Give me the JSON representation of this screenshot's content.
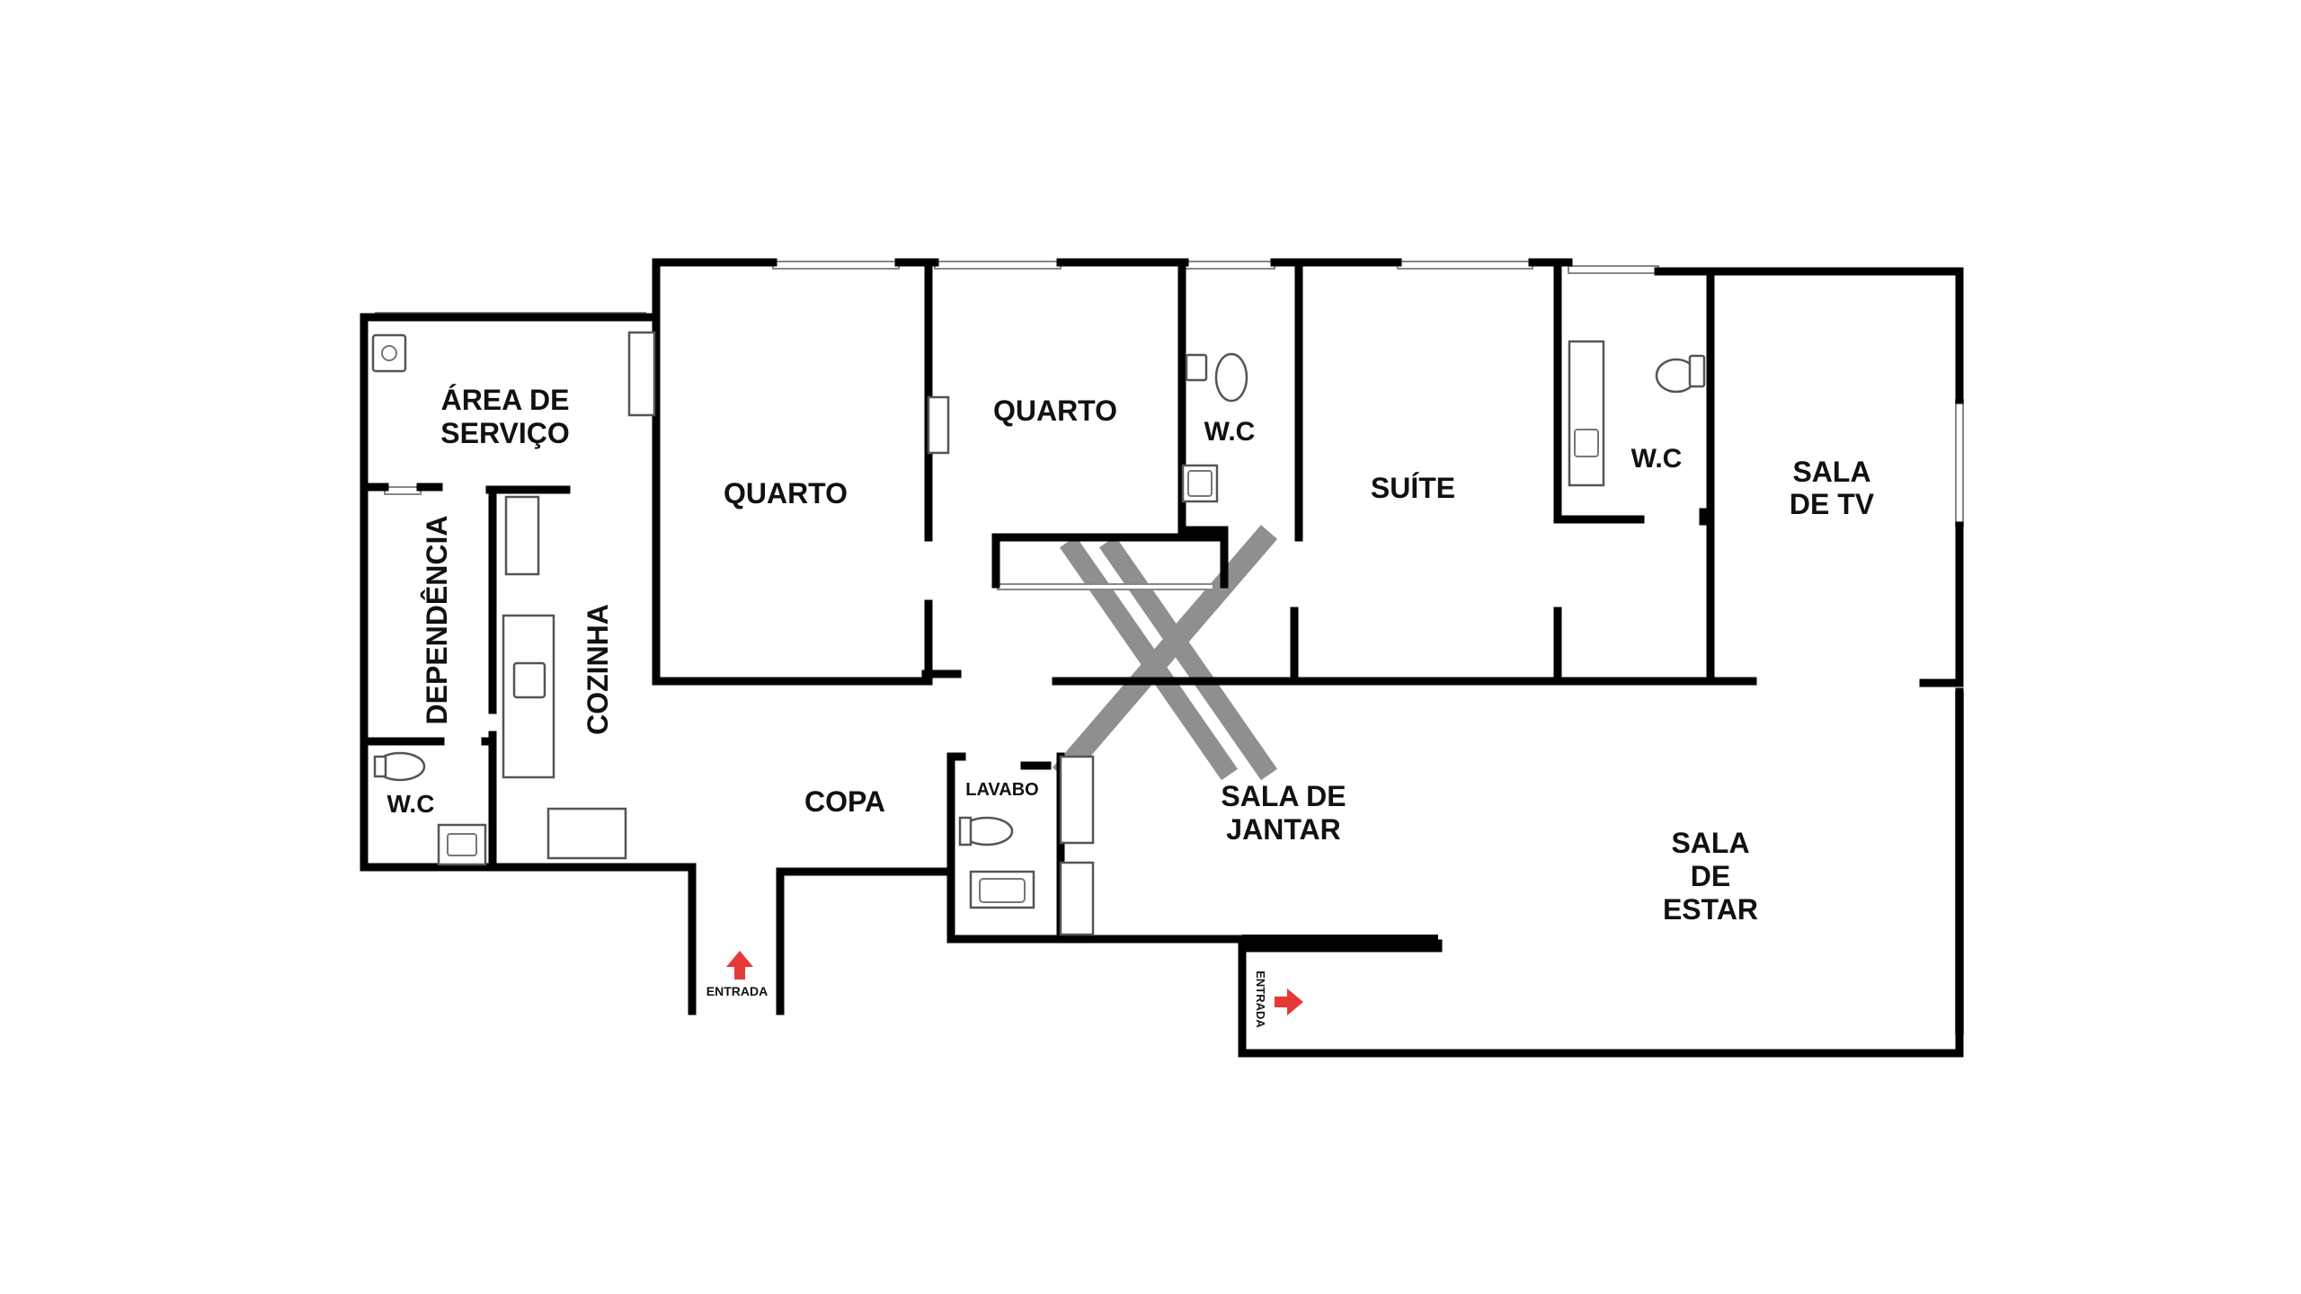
{
  "rooms": {
    "area_servico_line1": "ÁREA DE",
    "area_servico_line2": "SERVIÇO",
    "dependencia": "DEPENDÊNCIA",
    "cozinha": "COZINHA",
    "wc_dependencia": "W.C",
    "quarto_1": "QUARTO",
    "quarto_2": "QUARTO",
    "wc_quartos": "W.C",
    "suite": "SUÍTE",
    "wc_suite": "W.C",
    "sala_tv_line1": "SALA",
    "sala_tv_line2": "DE TV",
    "copa": "COPA",
    "lavabo": "LAVABO",
    "sala_jantar_line1": "SALA DE",
    "sala_jantar_line2": "JANTAR",
    "sala_estar_line1": "SALA",
    "sala_estar_line2": "DE",
    "sala_estar_line3": "ESTAR"
  },
  "entrances": {
    "service": "ENTRADA",
    "social": "ENTRADA"
  },
  "colors": {
    "wall": "#000000",
    "arrow": "#e53935",
    "watermark": "#8a8a8a"
  }
}
